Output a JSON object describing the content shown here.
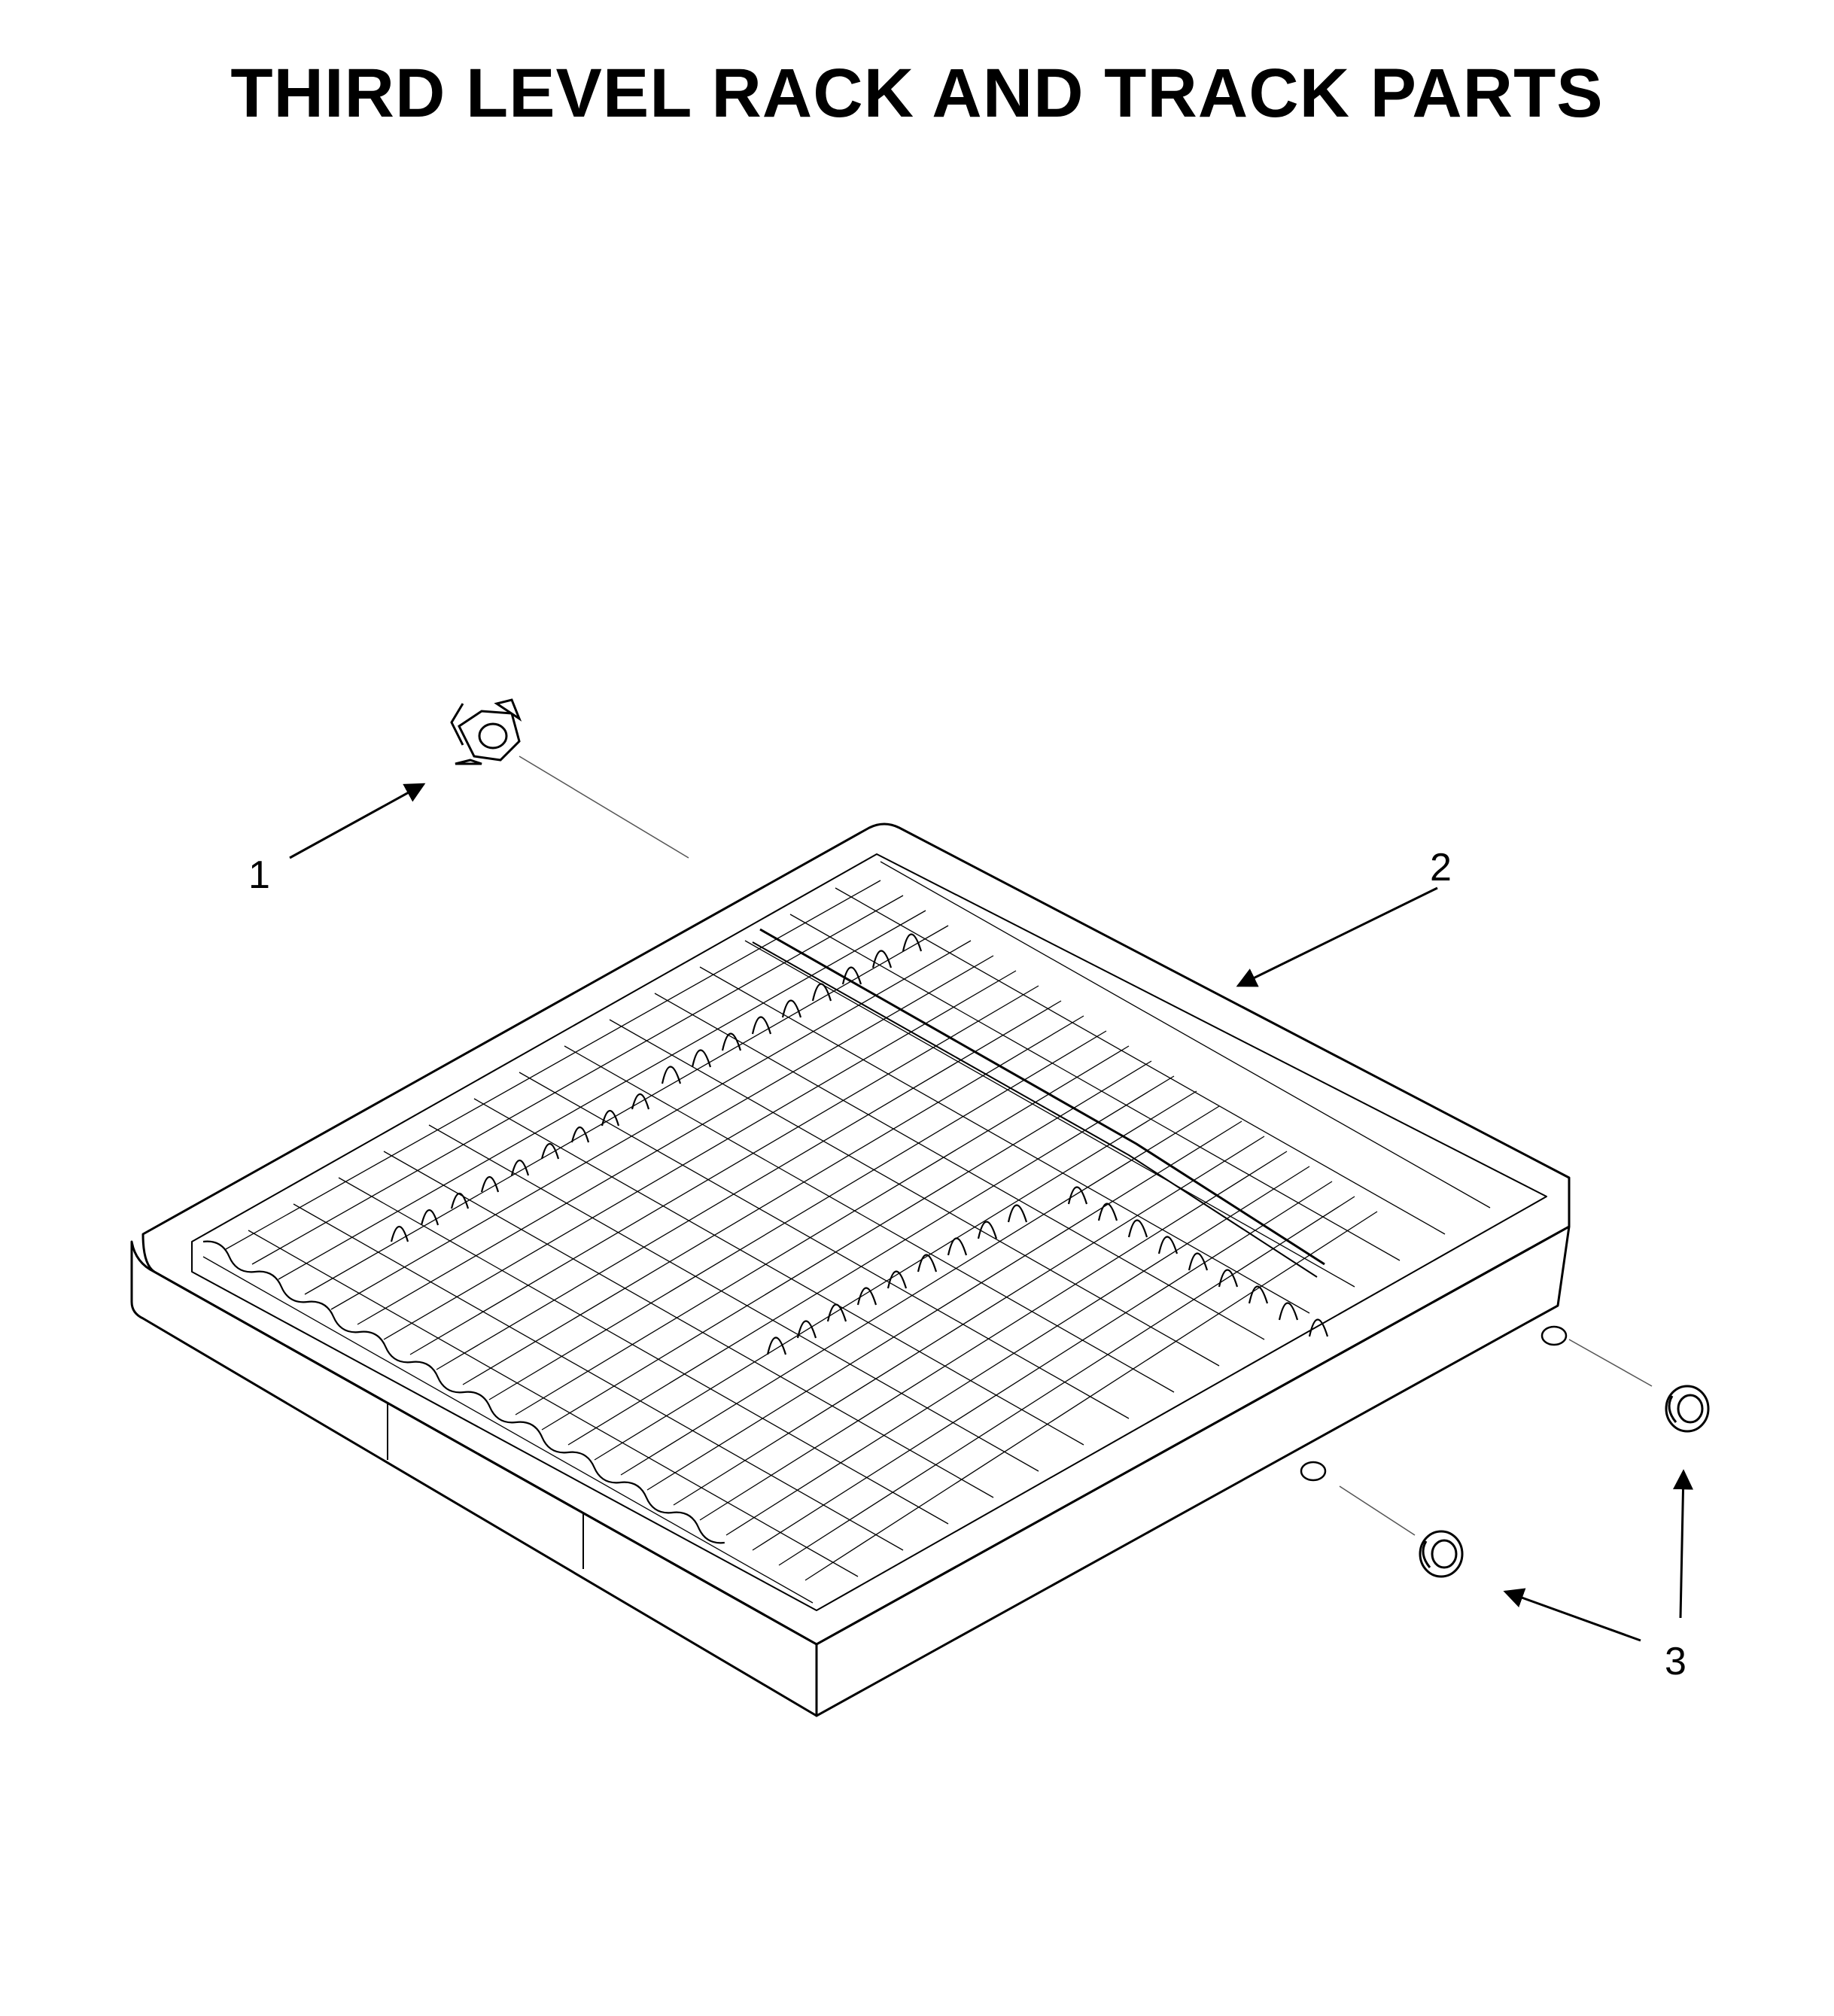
{
  "title": "THIRD LEVEL RACK AND TRACK PARTS",
  "callouts": [
    {
      "id": "1",
      "label": "1",
      "part": "track-clip"
    },
    {
      "id": "2",
      "label": "2",
      "part": "third-level-rack"
    },
    {
      "id": "3",
      "label": "3",
      "part": "rack-wheel"
    }
  ],
  "colors": {
    "line": "#000000",
    "leader": "#555555",
    "background": "#ffffff"
  }
}
